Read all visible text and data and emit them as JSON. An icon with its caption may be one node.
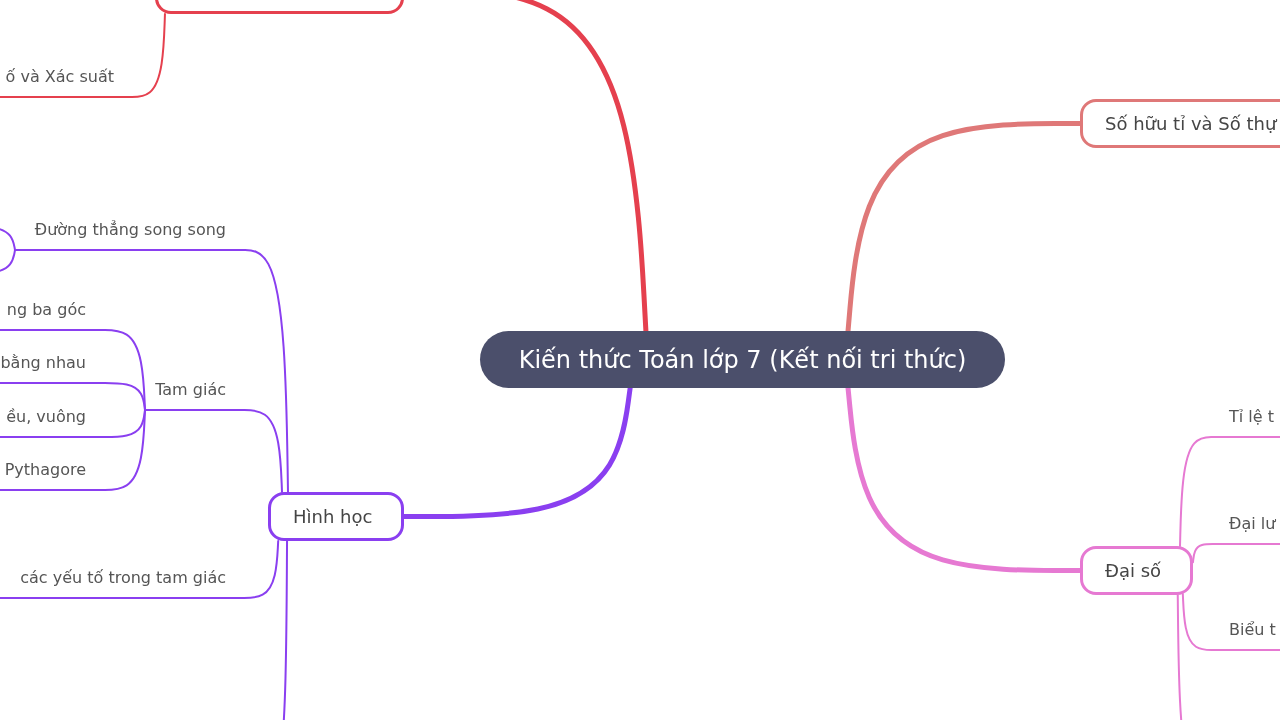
{
  "diagram": {
    "nodes": [
      {
        "text": [
          "Kiến thức Toán lớp 7 (Kết nối tri thức)"
        ]
      },
      {
        "text": [],
        "shape": "box"
      },
      {
        "text": [
          "ố và Xác suất"
        ]
      },
      {
        "text": [
          "Số hữu tỉ và Số thự"
        ]
      },
      {
        "text": [
          "Hình học"
        ]
      },
      {
        "text": [
          "Đường thẳng song song"
        ]
      },
      {
        "text": [
          "Tam giác"
        ]
      },
      {
        "text": [
          "ng ba góc"
        ]
      },
      {
        "text": [
          "bằng nhau"
        ]
      },
      {
        "text": [
          "ều, vuông"
        ]
      },
      {
        "text": [
          "Pythagore"
        ]
      },
      {
        "text": [
          "các yếu tố trong tam giác"
        ]
      },
      {
        "text": [
          "Đại số"
        ]
      },
      {
        "text": [
          "Tỉ lệ t"
        ]
      },
      {
        "text": [
          "Đại lư"
        ]
      },
      {
        "text": [
          "Biểu t"
        ]
      }
    ],
    "edges": [
      {
        "from": 0,
        "to": 1,
        "arrow": "none",
        "style": "thick",
        "color": "#e5404e"
      },
      {
        "from": 1,
        "to": 2,
        "arrow": "none",
        "color": "#e5404e"
      },
      {
        "from": 0,
        "to": 3,
        "arrow": "none",
        "style": "thick",
        "color": "#df7878"
      },
      {
        "from": 0,
        "to": 4,
        "arrow": "none",
        "style": "thick"
      },
      {
        "from": 4,
        "to": 5,
        "arrow": "none"
      },
      {
        "from": 5,
        "to": null,
        "arrow": "none"
      },
      {
        "from": 5,
        "to": null,
        "arrow": "none"
      },
      {
        "from": 4,
        "to": 6,
        "arrow": "none"
      },
      {
        "from": 6,
        "to": 7,
        "arrow": "none"
      },
      {
        "from": 6,
        "to": 8,
        "arrow": "none"
      },
      {
        "from": 6,
        "to": 9,
        "arrow": "none"
      },
      {
        "from": 6,
        "to": 10,
        "arrow": "none"
      },
      {
        "from": 4,
        "to": 11,
        "arrow": "none"
      },
      {
        "from": 4,
        "to": null,
        "arrow": "none"
      },
      {
        "from": 0,
        "to": 12,
        "arrow": "none",
        "style": "thick",
        "color": "#e679d2"
      },
      {
        "from": 12,
        "to": 13,
        "arrow": "none",
        "color": "#e679d2"
      },
      {
        "from": 12,
        "to": 14,
        "arrow": "none",
        "color": "#e679d2"
      },
      {
        "from": 12,
        "to": 15,
        "arrow": "none",
        "color": "#e679d2"
      },
      {
        "from": 12,
        "to": null,
        "arrow": "none",
        "color": "#e679d2"
      }
    ]
  }
}
